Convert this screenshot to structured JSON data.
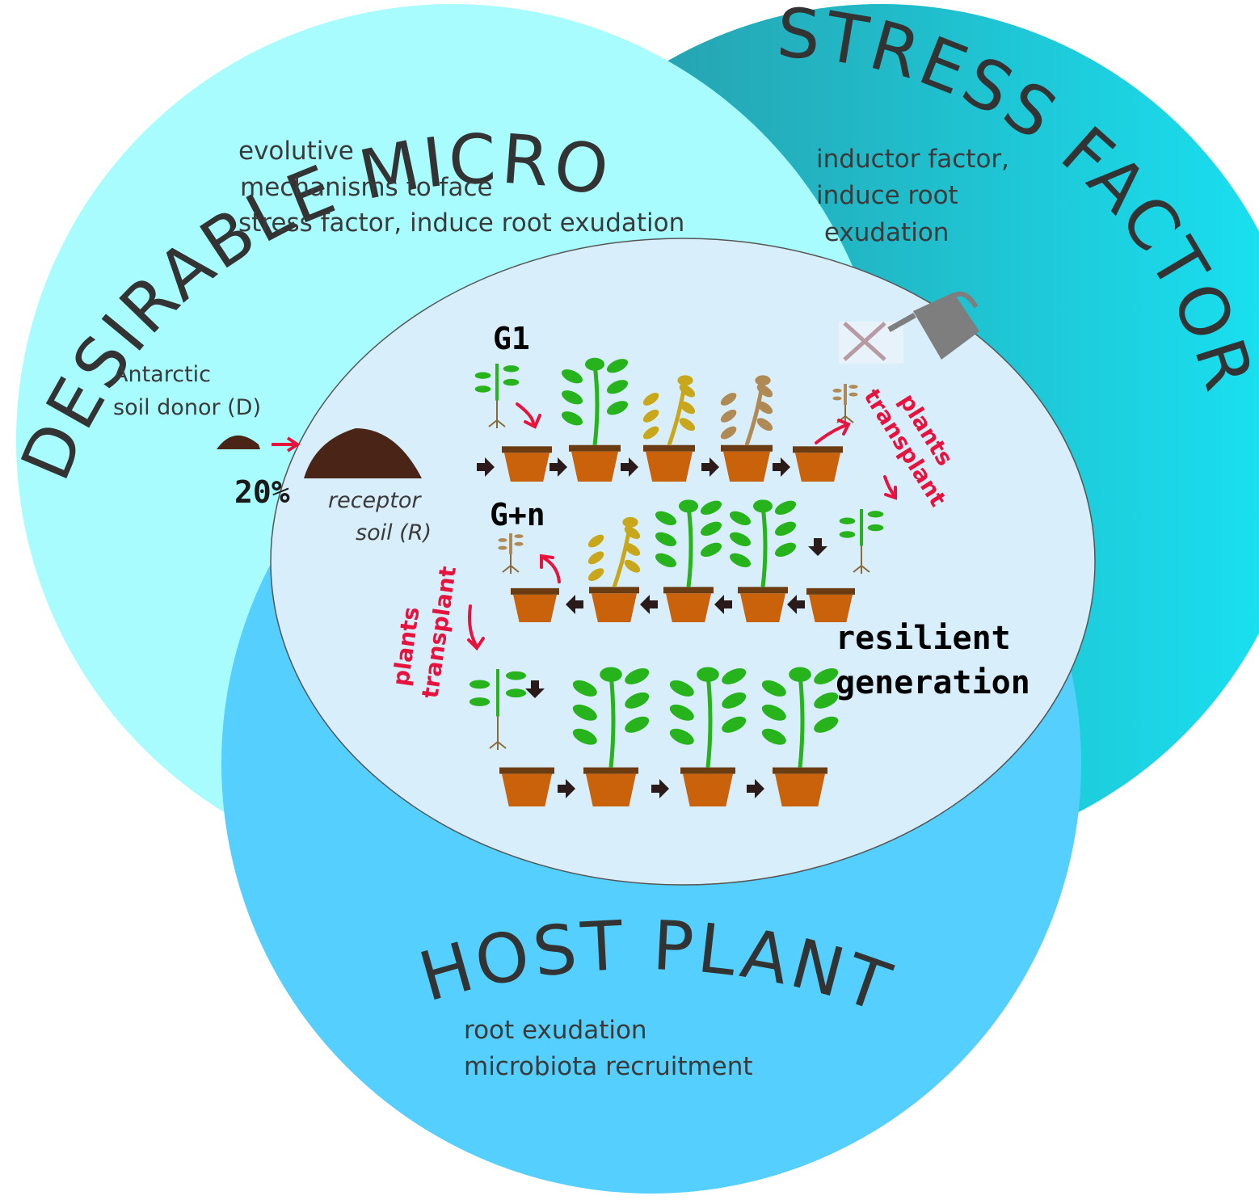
{
  "circles": {
    "microbiota": {
      "title": "DESIRABLE MICROBIOTA",
      "lines": [
        "evolutive",
        "mechanisms to face",
        "stress factor, induce root exudation"
      ],
      "color": "#a8fcfe"
    },
    "stress": {
      "title": "STRESS FACTOR",
      "lines": [
        "inductor factor,",
        "induce root",
        " exudation"
      ],
      "color_start": "#2b8f9c",
      "color_end": "#18e4f4"
    },
    "host": {
      "title": "HOST PLANT",
      "lines": [
        "root exudation",
        "microbiota recruitment"
      ],
      "color": "#55cffd"
    },
    "center_color": "#d9eefb"
  },
  "soil": {
    "donor_lines": [
      "Antarctic",
      "soil donor (D)"
    ],
    "percent": "20%",
    "receptor_lines": [
      "receptor",
      "soil (R)"
    ]
  },
  "process": {
    "g1": "G1",
    "gn": "G+n",
    "transplant_1": [
      "plants",
      "transplant"
    ],
    "transplant_2": [
      "plants",
      "transplant"
    ],
    "resilient": [
      "resilient",
      "generation"
    ]
  },
  "colors": {
    "pot": "#c9620a",
    "pot_rim": "#6b3b12",
    "leaf_healthy": "#27b31c",
    "leaf_stressed": "#c9a71a",
    "leaf_dying": "#b08a55",
    "arrow_red": "#e8123f",
    "soil": "#4a2416"
  }
}
